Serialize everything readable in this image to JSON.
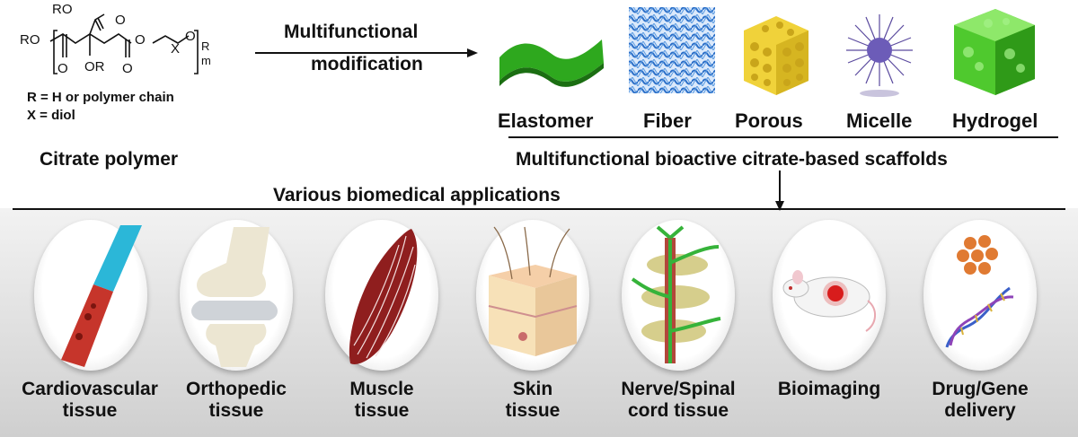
{
  "structure": {
    "ro_top": "RO",
    "ro_left": "RO",
    "o_top": "O",
    "o_left": "O",
    "or_mid": "OR",
    "o_mid": "O",
    "o_ester": "O",
    "x": "X",
    "o_right": "O",
    "r_sub": "R",
    "m_sub": "m",
    "r_def": "R = H or polymer chain",
    "x_def": "X = diol"
  },
  "labels": {
    "citrate_polymer": "Citrate polymer",
    "modification_line1": "Multifunctional",
    "modification_line2": "modification",
    "scaffolds_title": "Multifunctional bioactive citrate-based scaffolds",
    "applications_title": "Various biomedical applications"
  },
  "scaffolds": [
    {
      "label": "Elastomer",
      "icon": "elastomer-sheet-icon",
      "color": "#2ea81e"
    },
    {
      "label": "Fiber",
      "icon": "fiber-mesh-icon",
      "color": "#2b6fc8"
    },
    {
      "label": "Porous",
      "icon": "porous-block-icon",
      "color": "#f0d23a"
    },
    {
      "label": "Micelle",
      "icon": "micelle-icon",
      "color": "#5a4a9e"
    },
    {
      "label": "Hydrogel",
      "icon": "hydrogel-cube-icon",
      "color": "#4fc92e"
    }
  ],
  "applications": [
    {
      "line1": "Cardiovascular",
      "line2": "tissue",
      "icon": "blood-vessel-icon"
    },
    {
      "line1": "Orthopedic",
      "line2": "tissue",
      "icon": "knee-joint-icon"
    },
    {
      "line1": "Muscle",
      "line2": "tissue",
      "icon": "muscle-fiber-icon"
    },
    {
      "line1": "Skin",
      "line2": "tissue",
      "icon": "skin-section-icon"
    },
    {
      "line1": "Nerve/Spinal",
      "line2": "cord tissue",
      "icon": "spine-nerve-icon"
    },
    {
      "line1": "Bioimaging",
      "line2": "",
      "icon": "mouse-imaging-icon"
    },
    {
      "line1": "Drug/Gene",
      "line2": "delivery",
      "icon": "drug-dna-icon"
    }
  ]
}
